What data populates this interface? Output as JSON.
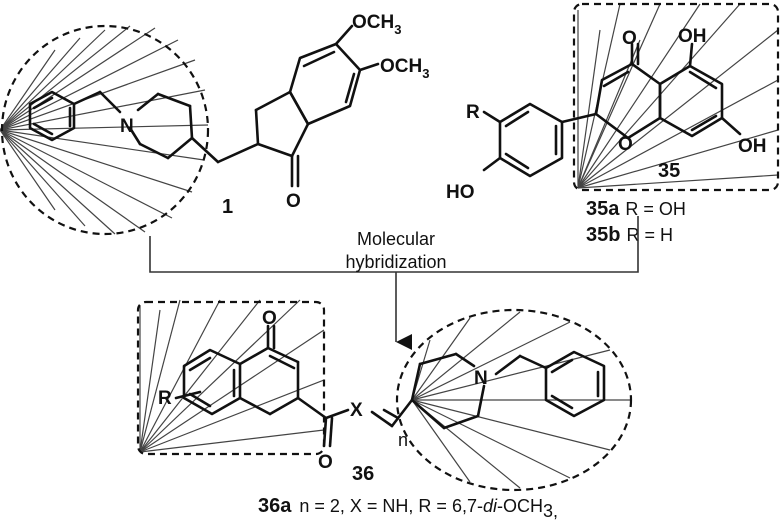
{
  "compounds": {
    "c1": {
      "label": "1",
      "och3_top": "OCH",
      "och3_bot": "OCH",
      "sub3": "3",
      "oxygen": "O",
      "nitrogen": "N"
    },
    "c35": {
      "label": "35",
      "r": "R",
      "ho": "HO",
      "o_carbonyl": "O",
      "o_ring": "O",
      "oh_top": "OH",
      "oh_right": "OH",
      "variant_a_label": "35a",
      "variant_a_text": "R = OH",
      "variant_b_label": "35b",
      "variant_b_text": "R = H"
    },
    "c36": {
      "label": "36",
      "r": "R",
      "o_top": "O",
      "o_amide": "O",
      "x": "X",
      "n": "n",
      "nitrogen": "N",
      "variant_label": "36a",
      "variant_text": "n = 2, X = NH, R = 6,7-",
      "variant_di": "di",
      "variant_tail": "-OCH",
      "variant_sub": "3,"
    }
  },
  "process": {
    "line1": "Molecular",
    "line2": "hybridization"
  }
}
